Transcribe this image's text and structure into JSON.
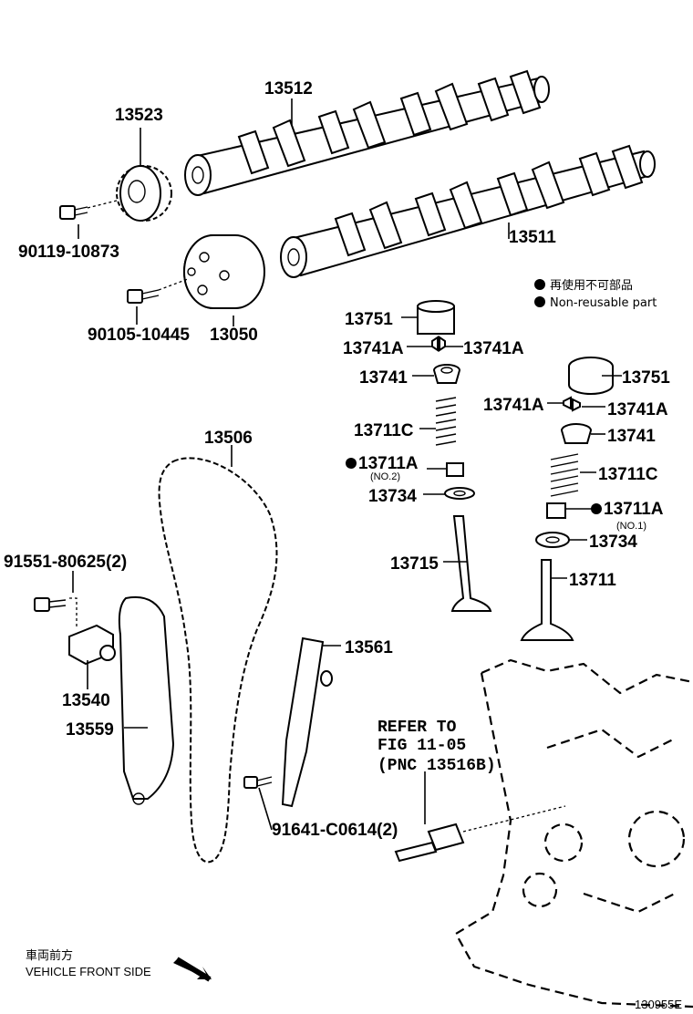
{
  "labels": {
    "p13512": "13512",
    "p13523": "13523",
    "p90119": "90119-10873",
    "p13511": "13511",
    "p90105": "90105-10445",
    "p13050": "13050",
    "p13751a": "13751",
    "p13741a_left1": "13741A",
    "p13741a_left2": "13741A",
    "p13741_left": "13741",
    "p13711c_left": "13711C",
    "p13711a_left": "13711A",
    "p13711a_left_sub": "(NO.2)",
    "p13734_left": "13734",
    "p13715": "13715",
    "p13751b": "13751",
    "p13741a_right1": "13741A",
    "p13741a_right2": "13741A",
    "p13741_right": "13741",
    "p13711c_right": "13711C",
    "p13711a_right": "13711A",
    "p13711a_right_sub": "(NO.1)",
    "p13734_right": "13734",
    "p13711": "13711",
    "p13506": "13506",
    "p91551": "91551-80625(2)",
    "p13540": "13540",
    "p13559": "13559",
    "p13561": "13561",
    "p91641": "91641-C0614(2)"
  },
  "legend": {
    "jp": "再使用不可部品",
    "en": "Non-reusable part"
  },
  "refer": {
    "line1": "REFER TO",
    "line2": "FIG 11-05",
    "line3": "(PNC 13516B)"
  },
  "front": {
    "jp": "車両前方",
    "en": "VEHICLE FRONT SIDE"
  },
  "figure_id": "130955E"
}
